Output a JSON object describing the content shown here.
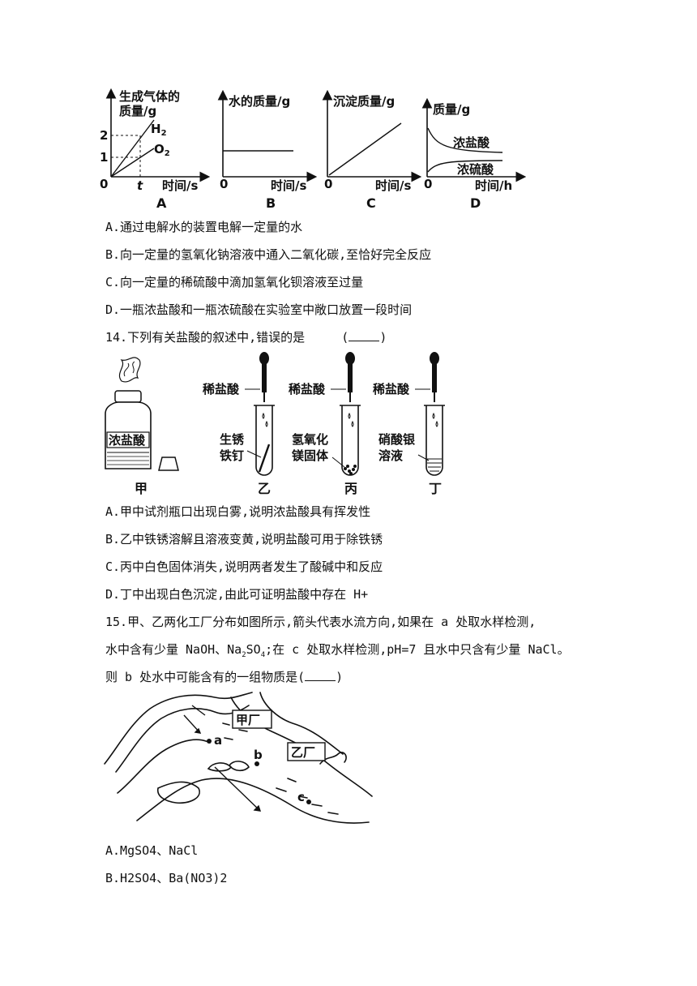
{
  "graphs": {
    "A": {
      "ylabel_line1": "生成气体的",
      "ylabel_line2": "质量/g",
      "xlabel": "时间/s",
      "origin": "0",
      "tick_y1": "1",
      "tick_y2": "2",
      "tick_t": "t",
      "series_h2": "H",
      "series_h2_sub": "2",
      "series_o2": "O",
      "series_o2_sub": "2",
      "caption": "A"
    },
    "B": {
      "ylabel": "水的质量/g",
      "xlabel": "时间/s",
      "origin": "0",
      "caption": "B"
    },
    "C": {
      "ylabel": "沉淀质量/g",
      "xlabel": "时间/s",
      "origin": "0",
      "caption": "C"
    },
    "D": {
      "ylabel": "质量/g",
      "xlabel": "时间/h",
      "origin": "0",
      "series_hcl": "浓盐酸",
      "series_h2so4": "浓硫酸",
      "caption": "D"
    }
  },
  "q13_options": [
    "A.通过电解水的装置电解一定量的水",
    "B.向一定量的氢氧化钠溶液中通入二氧化碳,至恰好完全反应",
    "C.向一定量的稀硫酸中滴加氢氧化钡溶液至过量",
    "D.一瓶浓盐酸和一瓶浓硫酸在实验室中敞口放置一段时间"
  ],
  "q14": {
    "stem": "14.下列有关盐酸的叙述中,错误的是",
    "stem_paren_open": "(",
    "stem_paren_close": ")",
    "figure": {
      "bottle_label": "浓盐酸",
      "dropper_label": "稀盐酸",
      "yi_left_1": "生锈",
      "yi_left_2": "铁钉",
      "bing_left_1": "氢氧化",
      "bing_left_2": "镁固体",
      "ding_left_1": "硝酸银",
      "ding_left_2": "溶液",
      "cap_jia": "甲",
      "cap_yi": "乙",
      "cap_bing": "丙",
      "cap_ding": "丁"
    },
    "options": [
      "A.甲中试剂瓶口出现白雾,说明浓盐酸具有挥发性",
      "B.乙中铁锈溶解且溶液变黄,说明盐酸可用于除铁锈",
      "C.丙中白色固体消失,说明两者发生了酸碱中和反应",
      "D.丁中出现白色沉淀,由此可证明盐酸中存在 H+"
    ]
  },
  "q15": {
    "line1": "15.甲、乙两化工厂分布如图所示,箭头代表水流方向,如果在 a 处取水样检测,",
    "line2_a": "水中含有少量 NaOH、Na",
    "line2_sub1": "2",
    "line2_b": "SO",
    "line2_sub2": "4",
    "line2_c": ";在 c 处取水样检测,pH=7 且水中只含有少量 NaCl。",
    "line3": "则 b 处水中可能含有的一组物质是(",
    "line3_close": ")",
    "map": {
      "factory_jia": "甲厂",
      "factory_yi": "乙厂",
      "point_a": "a",
      "point_b": "b",
      "point_c": "c"
    },
    "options": [
      "A.MgSO4、NaCl",
      "B.H2SO4、Ba(NO3)2"
    ]
  }
}
